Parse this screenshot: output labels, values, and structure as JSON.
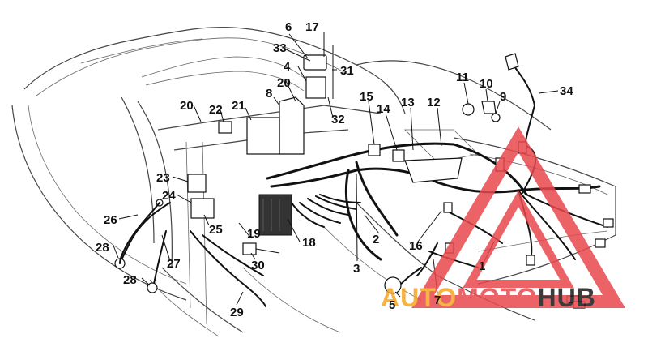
{
  "diagram": {
    "callouts": [
      {
        "id": "c1",
        "text": "1"
      },
      {
        "id": "c2",
        "text": "2"
      },
      {
        "id": "c3",
        "text": "3"
      },
      {
        "id": "c4",
        "text": "4"
      },
      {
        "id": "c5",
        "text": "5"
      },
      {
        "id": "c6",
        "text": "6"
      },
      {
        "id": "c7",
        "text": "7"
      },
      {
        "id": "c8",
        "text": "8"
      },
      {
        "id": "c9",
        "text": "9"
      },
      {
        "id": "c10",
        "text": "10"
      },
      {
        "id": "c11",
        "text": "11"
      },
      {
        "id": "c12",
        "text": "12"
      },
      {
        "id": "c13",
        "text": "13"
      },
      {
        "id": "c14",
        "text": "14"
      },
      {
        "id": "c15",
        "text": "15"
      },
      {
        "id": "c16",
        "text": "16"
      },
      {
        "id": "c17",
        "text": "17"
      },
      {
        "id": "c18",
        "text": "18"
      },
      {
        "id": "c19",
        "text": "19"
      },
      {
        "id": "c20a",
        "text": "20"
      },
      {
        "id": "c20b",
        "text": "20"
      },
      {
        "id": "c21",
        "text": "21"
      },
      {
        "id": "c22",
        "text": "22"
      },
      {
        "id": "c23",
        "text": "23"
      },
      {
        "id": "c24",
        "text": "24"
      },
      {
        "id": "c25",
        "text": "25"
      },
      {
        "id": "c26",
        "text": "26"
      },
      {
        "id": "c27",
        "text": "27"
      },
      {
        "id": "c28a",
        "text": "28"
      },
      {
        "id": "c28b",
        "text": "28"
      },
      {
        "id": "c29",
        "text": "29"
      },
      {
        "id": "c30",
        "text": "30"
      },
      {
        "id": "c31",
        "text": "31"
      },
      {
        "id": "c32",
        "text": "32"
      },
      {
        "id": "c33",
        "text": "33"
      },
      {
        "id": "c34",
        "text": "34"
      }
    ]
  },
  "watermark": {
    "word1": "AUTO",
    "word2": "MOTO",
    "word3": "HUB",
    "colors": {
      "auto": "#f5a623",
      "moto": "#e8484d",
      "hub": "#1a1a1a",
      "triangle": "#e8484d"
    }
  }
}
